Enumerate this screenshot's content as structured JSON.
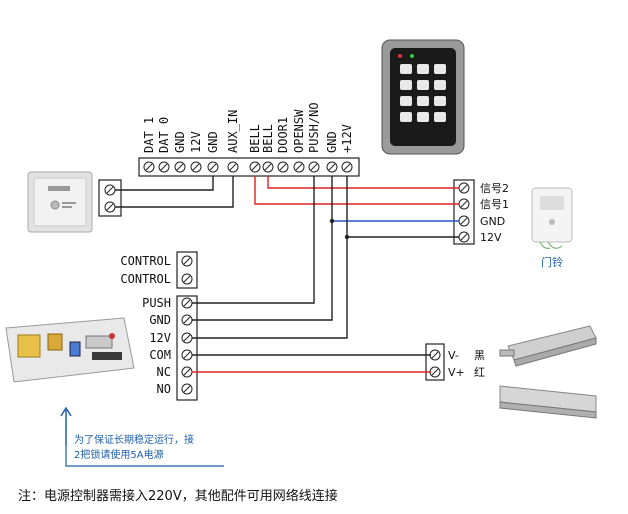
{
  "top_terminals": [
    "DAT 1",
    "DAT 0",
    "GND",
    "12V",
    "GND",
    "AUX_IN",
    "BELL",
    "BELL",
    "DOOR1",
    "OPENSW",
    "PUSH/NO",
    "GND",
    "+12V"
  ],
  "control_terminals": [
    "CONTROL",
    "CONTROL"
  ],
  "power_terminals": [
    "PUSH",
    "GND",
    "12V",
    "COM",
    "NC",
    "NO"
  ],
  "doorbell_terminals": [
    "信号2",
    "信号1",
    "GND",
    "12V"
  ],
  "doorbell_label": "门铃",
  "lock_terminals": [
    "V-",
    "V+"
  ],
  "lock_wire_colors": [
    "黑",
    "红"
  ],
  "note_lines": [
    "为了保证长期稳定运行，接",
    "2把锁请使用5A电源"
  ],
  "footer_note": "注：电源控制器需接入220V，其他配件可用网络线连接",
  "colors": {
    "wire_black": "#222222",
    "wire_red": "#dd2222",
    "wire_blue": "#2a55c9",
    "note_blue": "#1f5fa8"
  },
  "icons": [
    "exit-button-icon",
    "keypad-reader-icon",
    "doorbell-icon",
    "power-supply-icon",
    "bolt-lock-icon",
    "magnetic-lock-icon",
    "arrow-up-icon"
  ]
}
